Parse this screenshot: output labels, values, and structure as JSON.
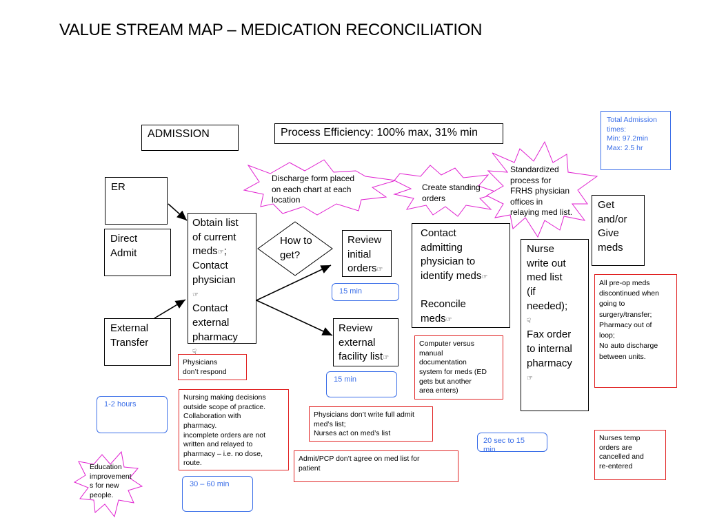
{
  "title": "VALUE STREAM MAP – MEDICATION RECONCILIATION",
  "admission": "ADMISSION",
  "process_efficiency": "Process Efficiency: 100% max,  31% min",
  "total_admission": "Total Admission\ntimes:\nMin: 97.2min\nMax: 2.5 hr",
  "sources": {
    "er": "ER",
    "direct_admit": "Direct\nAdmit",
    "external_transfer": "External\nTransfer"
  },
  "obtain_list": "Obtain list\nof current\nmeds",
  "obtain_list_2": "; \nContact\nphysician",
  "obtain_list_3": "Contact\nexternal\npharmacy",
  "how_to_get": "How to\nget?",
  "review_initial": "Review\ninitial\norders",
  "review_external": "Review\nexternal\nfacility list",
  "contact_admitting": "Contact\nadmitting\nphysician to\nidentify meds",
  "reconcile": "Reconcile\nmeds",
  "nurse_write": "Nurse\nwrite out\nmed list\n(if\nneeded);",
  "fax_order": "Fax order\nto internal\npharmacy",
  "get_give": "Get\nand/or\nGive\nmeds",
  "bursts": {
    "discharge": "Discharge form placed\non each chart at each\nlocation",
    "standing": "Create standing\norders",
    "standardized": "Standardized\nprocess for\nFRHS physician\noffices in\nrelaying med list.",
    "education": "Education\nimprovement\ns for new\npeople."
  },
  "issues": {
    "physicians_dont_respond": "Physicians\ndon’t respond",
    "nursing_decisions": "Nursing making decisions\noutside scope of practice.\nCollaboration with\npharmacy.\nincomplete orders are not\nwritten and relayed to\npharmacy – i.e. no dose,\nroute.",
    "physicians_dont_write": "Physicians don’t write full admit\nmed’s list;\nNurses act on med’s list",
    "admit_pcp": "Admit/PCP don’t agree on med list for\npatient",
    "computer_vs_manual": "Computer versus\nmanual\ndocumentation\nsystem for meds (ED\ngets but another\narea enters)",
    "pre_op": "All pre-op meds\ndiscontinued when\ngoing to\nsurgery/transfer;\nPharmacy out of\nloop;\nNo auto discharge\nbetween units.",
    "nurses_temp": "Nurses temp\norders are\ncancelled and\nre-entered"
  },
  "times": {
    "t1": "15 min",
    "t2": "15 min",
    "t3": "1-2 hours",
    "t4": "30 – 60 min",
    "t5": "20 sec to 15\nmin"
  },
  "icons": {
    "hand_right": "☞",
    "hand_down": "☟"
  },
  "colors": {
    "issue_border": "#e02020",
    "time_border": "#3a6ee8",
    "burst_stroke": "#e020d0"
  }
}
